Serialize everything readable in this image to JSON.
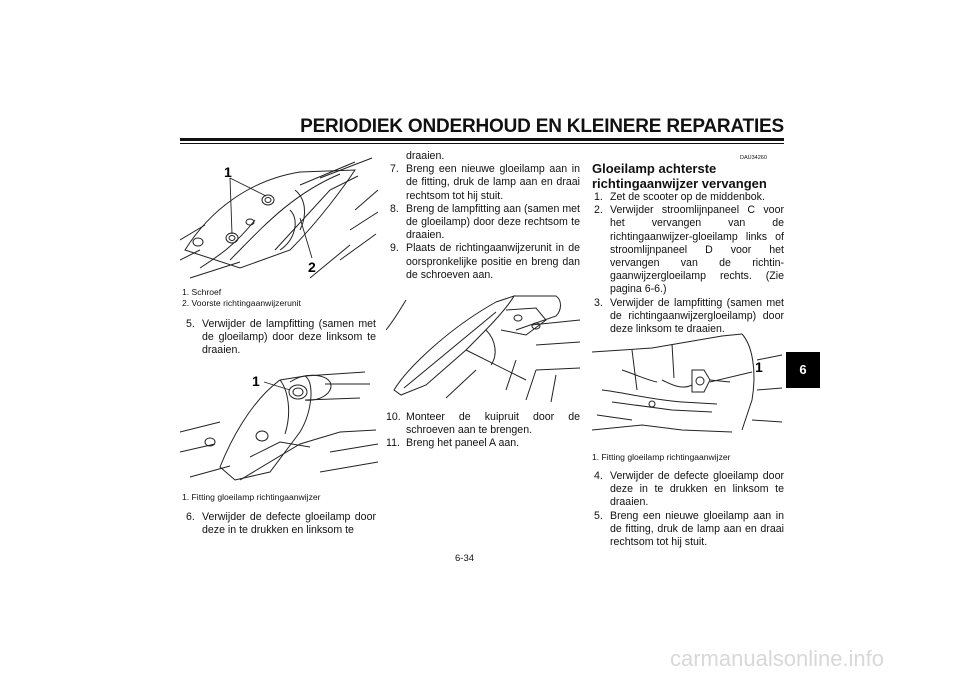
{
  "header": {
    "title": "PERIODIEK ONDERHOUD EN KLEINERE REPARATIES"
  },
  "chapter_tab": "6",
  "col1": {
    "fig1": {
      "callouts": [
        "1",
        "2"
      ],
      "captions": [
        "1. Schroef",
        "2. Voorste richtingaanwijzerunit"
      ]
    },
    "step5": {
      "num": "5.",
      "text": "Verwijder de lampfitting (samen met de gloeilamp) door deze linksom te draaien."
    },
    "fig2": {
      "callouts": [
        "1"
      ],
      "captions": [
        "1. Fitting gloeilamp richtingaanwijzer"
      ]
    },
    "step6": {
      "num": "6.",
      "text": "Verwijder de defecte gloeilamp door deze in te drukken en linksom te"
    }
  },
  "col2": {
    "cont": "draaien.",
    "steps": [
      {
        "num": "7.",
        "text": "Breng een nieuwe gloeilamp aan in de fitting, druk de lamp aan en draai rechtsom tot hij stuit."
      },
      {
        "num": "8.",
        "text": "Breng de lampfitting aan (samen met de gloeilamp) door deze rechtsom te draaien."
      },
      {
        "num": "9.",
        "text": "Plaats de richtingaanwijzerunit in de oorspronkelijke positie en breng dan de schroeven aan."
      }
    ],
    "steps2": [
      {
        "num": "10.",
        "text": "Monteer de kuipruit door de schroeven aan te brengen."
      },
      {
        "num": "11.",
        "text": "Breng het paneel A aan."
      }
    ]
  },
  "col3": {
    "code": "DAU34260",
    "heading_line1": "Gloeilamp achterste",
    "heading_line2": "richtingaanwijzer vervangen",
    "steps": [
      {
        "num": "1.",
        "text": "Zet de scooter op de middenbok."
      },
      {
        "num": "2.",
        "text": "Verwijder stroomlijnpaneel C voor het vervangen van de richtingaanwijzer-gloeilamp links of stroomlijnpaneel D voor het vervangen van de richtin-gaanwijzergloeilamp rechts. (Zie pagina 6-6.)"
      },
      {
        "num": "3.",
        "text": "Verwijder de lampfitting (samen met de richtingaanwijzergloeilamp) door deze linksom te draaien."
      }
    ],
    "fig": {
      "callouts": [
        "1"
      ],
      "captions": [
        "1. Fitting gloeilamp richtingaanwijzer"
      ]
    },
    "steps2": [
      {
        "num": "4.",
        "text": "Verwijder de defecte gloeilamp door deze in te drukken en linksom te draaien."
      },
      {
        "num": "5.",
        "text": "Breng een nieuwe gloeilamp aan in de fitting, druk de lamp aan en draai rechtsom tot hij stuit."
      }
    ]
  },
  "page_number": "6-34",
  "footer_watermark": "carmanualsonline.info"
}
